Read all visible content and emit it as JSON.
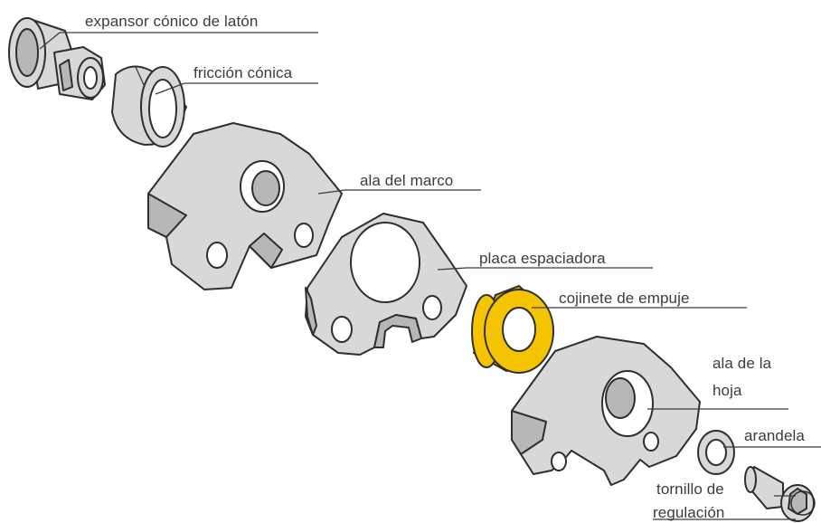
{
  "labels": {
    "expansor": "expansor cónico de latón",
    "friccion": "fricción cónica",
    "ala_marco": "ala del marco",
    "placa": "placa espaciadora",
    "cojinete": "cojinete de empuje",
    "ala_hoja_1": "ala de la",
    "ala_hoja_2": "hoja",
    "arandela": "arandela",
    "tornillo_1": "tornillo de",
    "tornillo_2": "regulación"
  },
  "colors": {
    "part_fill": "#d8d8d8",
    "part_stroke": "#2e2e2e",
    "highlight": "#f5c400",
    "leader": "#3c3c3c"
  }
}
